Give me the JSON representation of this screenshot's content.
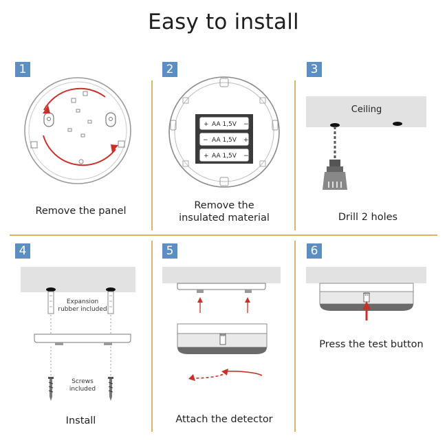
{
  "title": "Easy to install",
  "steps": [
    {
      "number": "1",
      "caption": "Remove the panel"
    },
    {
      "number": "2",
      "caption_line1": "Remove the",
      "caption_line2": "insulated material"
    },
    {
      "number": "3",
      "caption": "Drill 2 holes",
      "ceiling_label": "Ceiling"
    },
    {
      "number": "4",
      "caption": "Install",
      "note_anchor_line1": "Expansion",
      "note_anchor_line2": "rubber included",
      "note_screws_line1": "Screws",
      "note_screws_line2": "included"
    },
    {
      "number": "5",
      "caption": "Attach the detector",
      "test_label": "TEST"
    },
    {
      "number": "6",
      "caption": "Press the test button",
      "test_label": "TEST"
    }
  ],
  "batteries": [
    "AA 1,5V",
    "AA 1,5V",
    "AA 1,5V"
  ],
  "colors": {
    "accent_gold": "#d9b566",
    "step_badge": "#5b8ec2",
    "arrow_red": "#c8302a",
    "ceiling_grey": "#e2e2e2"
  }
}
